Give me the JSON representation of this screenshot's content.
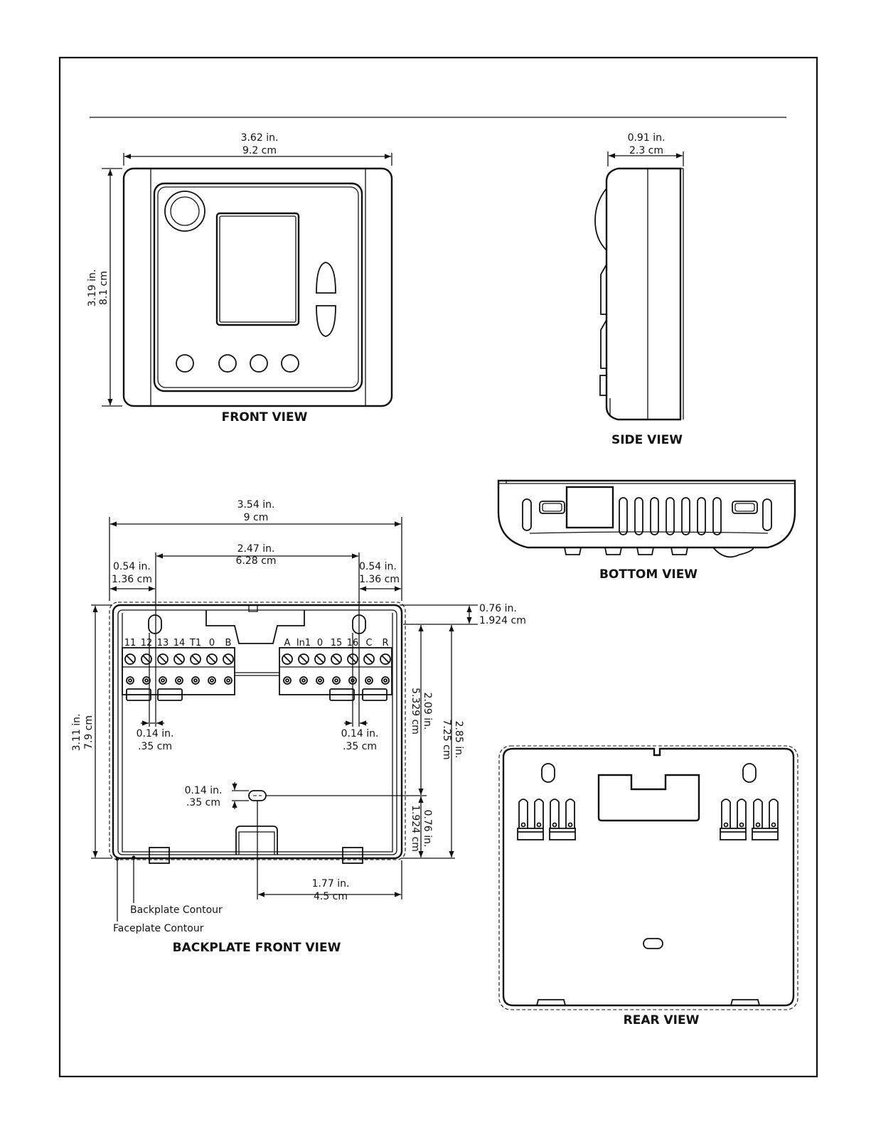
{
  "views": {
    "front": "FRONT VIEW",
    "side": "SIDE VIEW",
    "bottom": "BOTTOM VIEW",
    "backplate": "BACKPLATE FRONT VIEW",
    "rear": "REAR VIEW"
  },
  "front_dims": {
    "width_in": "3.62 in.",
    "width_cm": "9.2 cm",
    "height_in": "3.19 in.",
    "height_cm": "8.1 cm"
  },
  "side_dims": {
    "depth_in": "0.91 in.",
    "depth_cm": "2.3 cm"
  },
  "backplate_dims": {
    "overall_w_in": "3.54 in.",
    "overall_w_cm": "9 cm",
    "hole_span_in": "2.47 in.",
    "hole_span_cm": "6.28 cm",
    "left_off_in": "0.54 in.",
    "left_off_cm": "1.36 cm",
    "right_off_in": "0.54 in.",
    "right_off_cm": "1.36 cm",
    "top_off_in": "0.76 in.",
    "top_off_cm": "1.924 cm",
    "hole_left_in": "0.14 in.",
    "hole_left_cm": ".35 cm",
    "hole_right_in": "0.14 in.",
    "hole_right_cm": ".35 cm",
    "slot_in": "0.14 in.",
    "slot_cm": ".35 cm",
    "height_in": "3.11 in.",
    "height_cm": "7.9 cm",
    "inner_h_in": "2.09 in.",
    "inner_h_cm": "5.329 cm",
    "full_h_in": "2.85 in.",
    "full_h_cm": "7.25 cm",
    "bottom_off_in": "0.76 in.",
    "bottom_off_cm": "1.924 cm",
    "slot_x_in": "1.77 in.",
    "slot_x_cm": "4.5 cm",
    "backplate_contour": "Backplate Contour",
    "faceplate_contour": "Faceplate Contour"
  },
  "terminals_left": [
    "11",
    "12",
    "13",
    "14",
    "T1",
    "0",
    "B"
  ],
  "terminals_right": [
    "A",
    "In1",
    "0",
    "15",
    "16",
    "C",
    "R"
  ]
}
